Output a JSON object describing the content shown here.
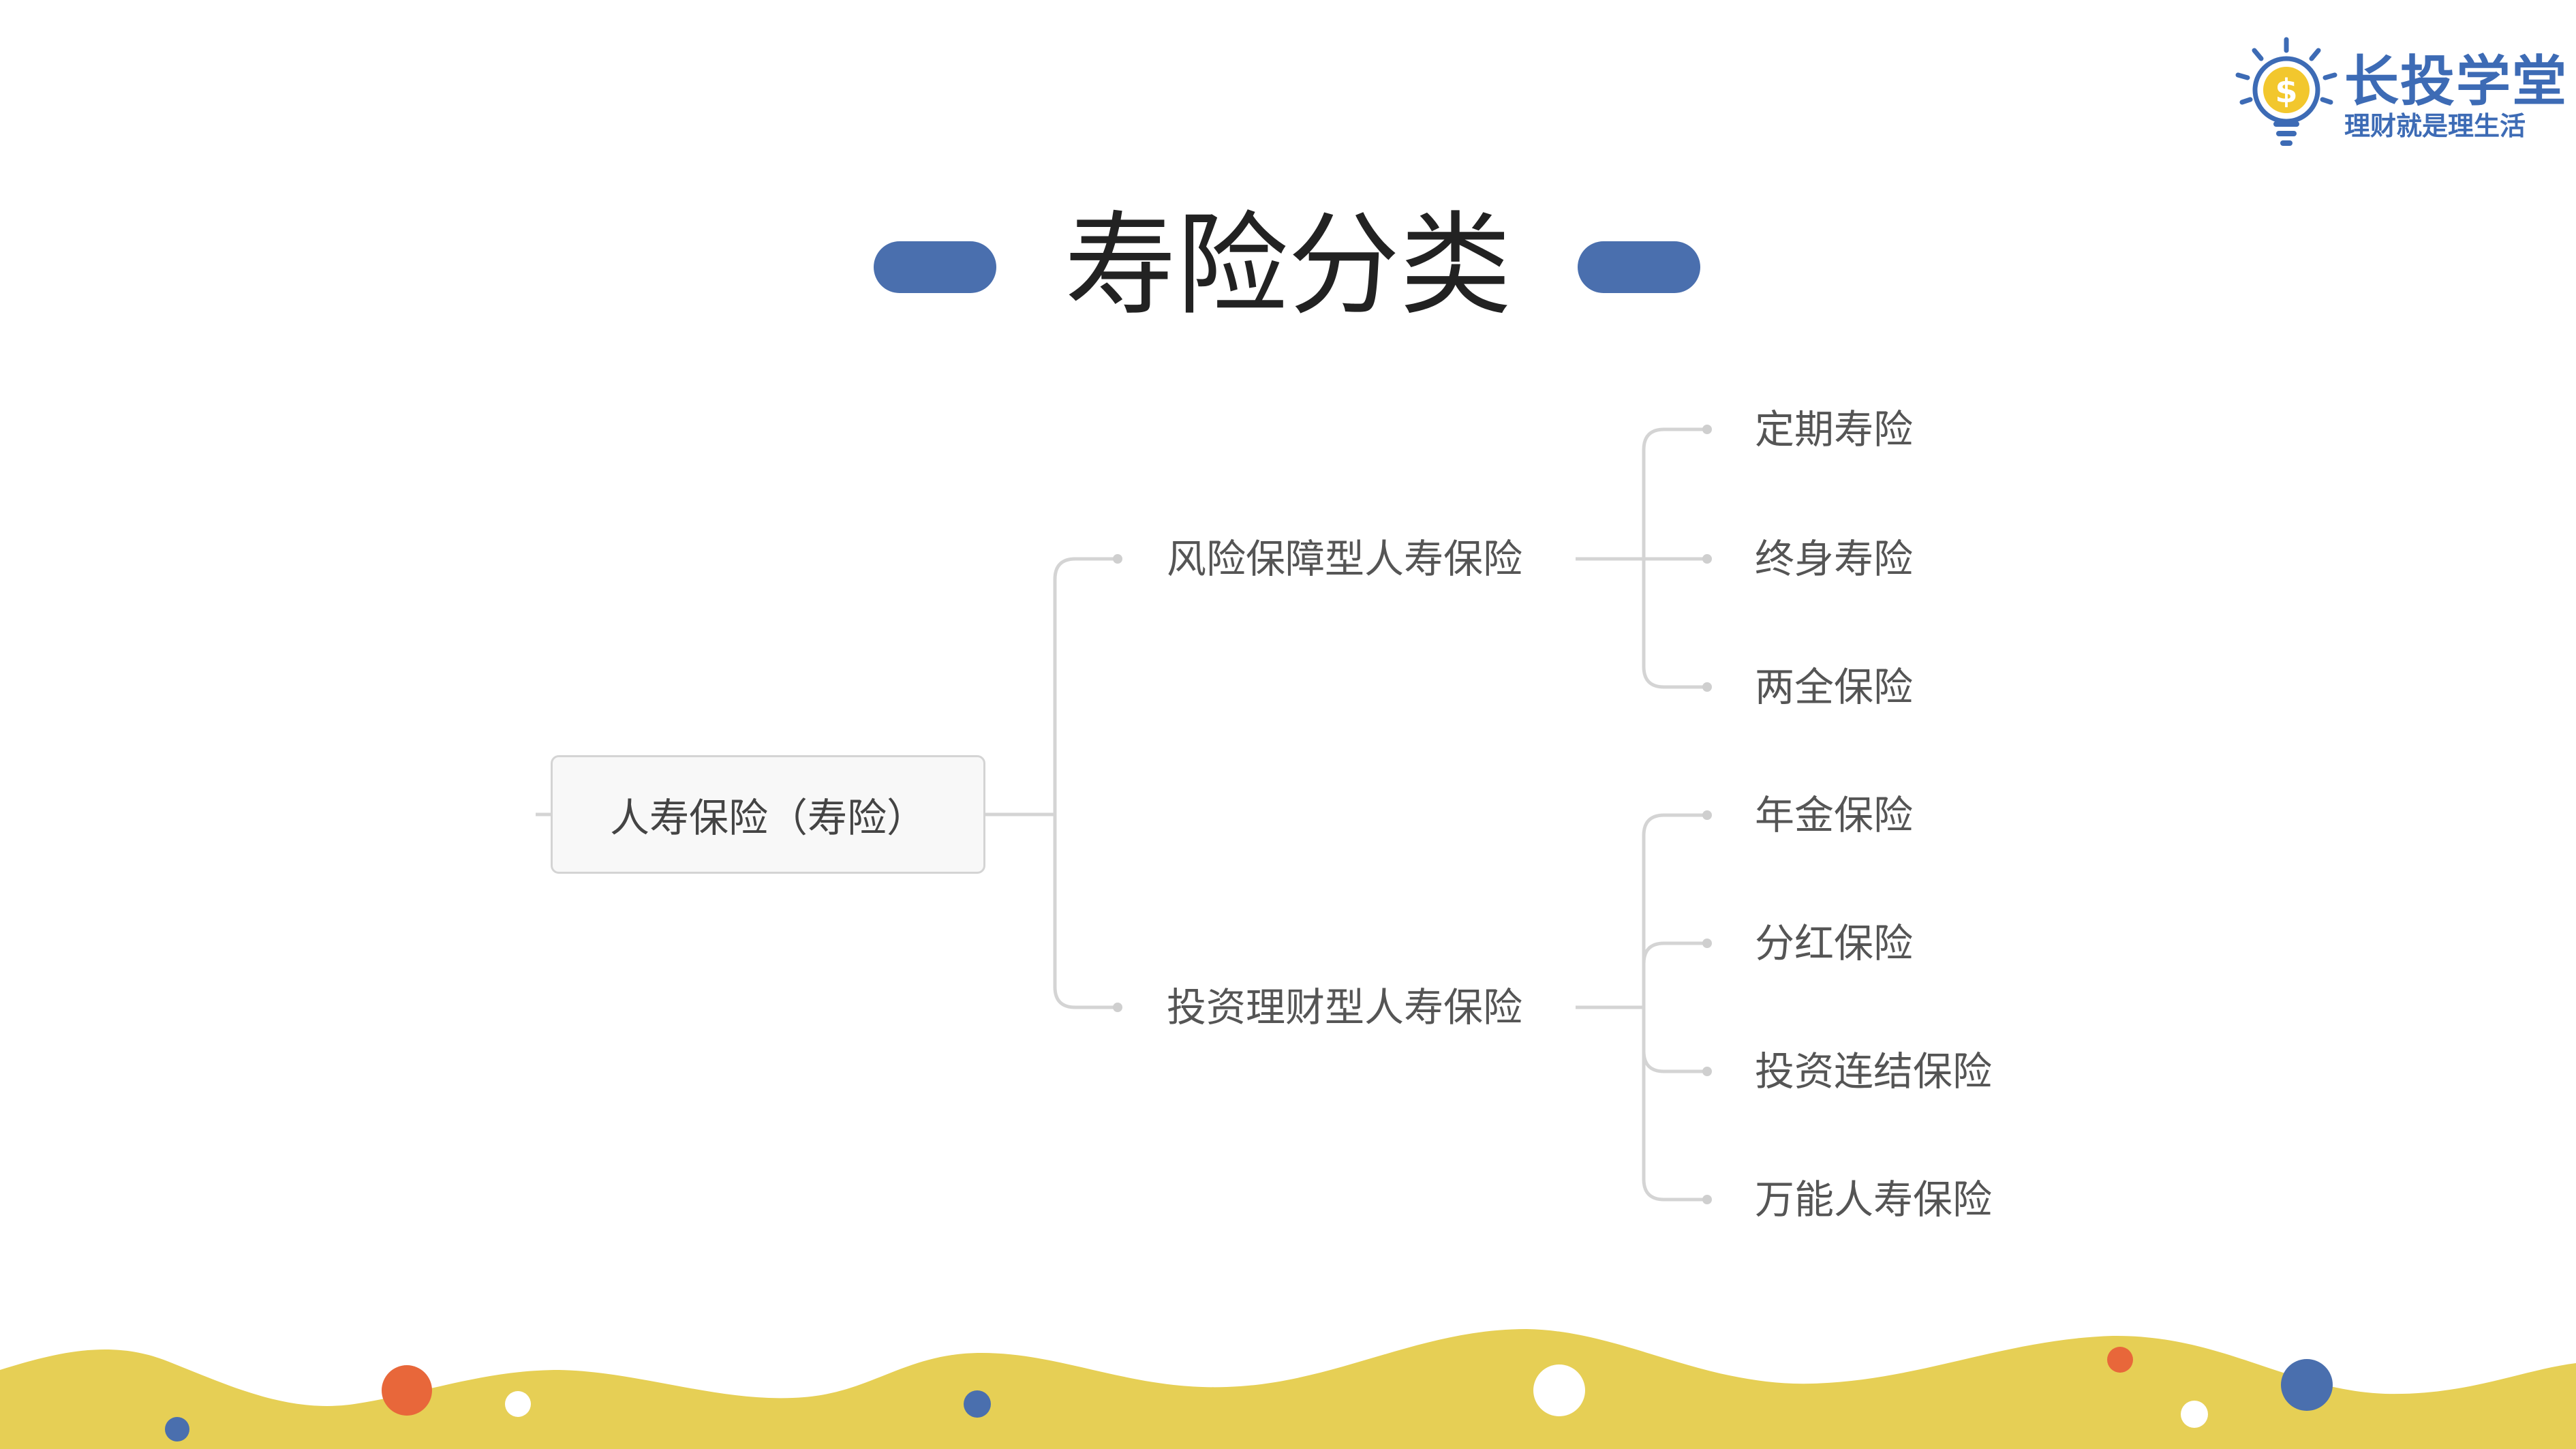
{
  "logo": {
    "title": "长投学堂",
    "slogan": "理财就是理生活",
    "icon": "lightbulb-dollar-icon"
  },
  "title": "寿险分类",
  "mindmap": {
    "root": "人寿保险（寿险）",
    "branches": [
      {
        "label": "风险保障型人寿保险",
        "children": [
          "定期寿险",
          "终身寿险",
          "两全保险"
        ]
      },
      {
        "label": "投资理财型人寿保险",
        "children": [
          "年金保险",
          "分红保险",
          "投资连结保险",
          "万能人寿保险"
        ]
      }
    ]
  },
  "colors": {
    "accent_blue": "#4a6fae",
    "logo_blue": "#3d6bb5",
    "logo_yellow": "#f2c72d",
    "wave_yellow": "#e6cf55",
    "dot_orange": "#e8673a",
    "dot_blue": "#4a6fae",
    "line_gray": "#d0d0d0"
  }
}
